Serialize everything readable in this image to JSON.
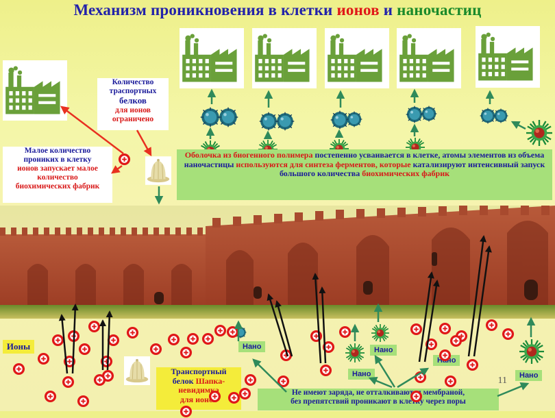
{
  "title": {
    "part1": "Механизм проникновения в клетки ",
    "part2": "ионов",
    "part3": " и ",
    "part4": "наночастиц"
  },
  "transport_box": {
    "line1": "Количество",
    "line2": "траспортных",
    "line3": "белков",
    "line4": "для ионов",
    "line5": "ограничено"
  },
  "ions_box": {
    "line1": "Малое количество",
    "line2": "прониких в клетку",
    "line3": "ионов запускает малое",
    "line4": "количество",
    "line5": "биохимических фабрик"
  },
  "shell_box": {
    "s1": "Оболочка из биогенного полимера",
    "s2": " постепенно усваивается в клетке, атомы элементов из объема наночастицы ",
    "s3": "используются для синтеза ферментов, которые",
    "s4": " катализируют интенсивный запуск большого количества ",
    "s5": "биохимических фабрик"
  },
  "left_label": "Ионы",
  "transporter_box": {
    "line1": "Транспортный",
    "line2a": "белок",
    "line2b": " Шапка-",
    "line3": "невидимка",
    "line4": "для ионов"
  },
  "nano_labels": [
    "Нано",
    "Нано",
    "Нано",
    "Нано",
    "Нано"
  ],
  "pores_box": {
    "line1": "Не имеют заряда, не отталкиваются мембраной,",
    "line2": "без препятствий проникают в клетку через поры"
  },
  "page_number": "11",
  "colors": {
    "title_blue": "#2222aa",
    "accent_red": "#e01818",
    "factory_green": "#6aa03a",
    "box_green": "#a6e07a",
    "box_yellow": "#f4ec3a"
  },
  "icons": [
    "factory-icon",
    "nanoparticle-icon",
    "ion-icon",
    "hat-icon"
  ]
}
